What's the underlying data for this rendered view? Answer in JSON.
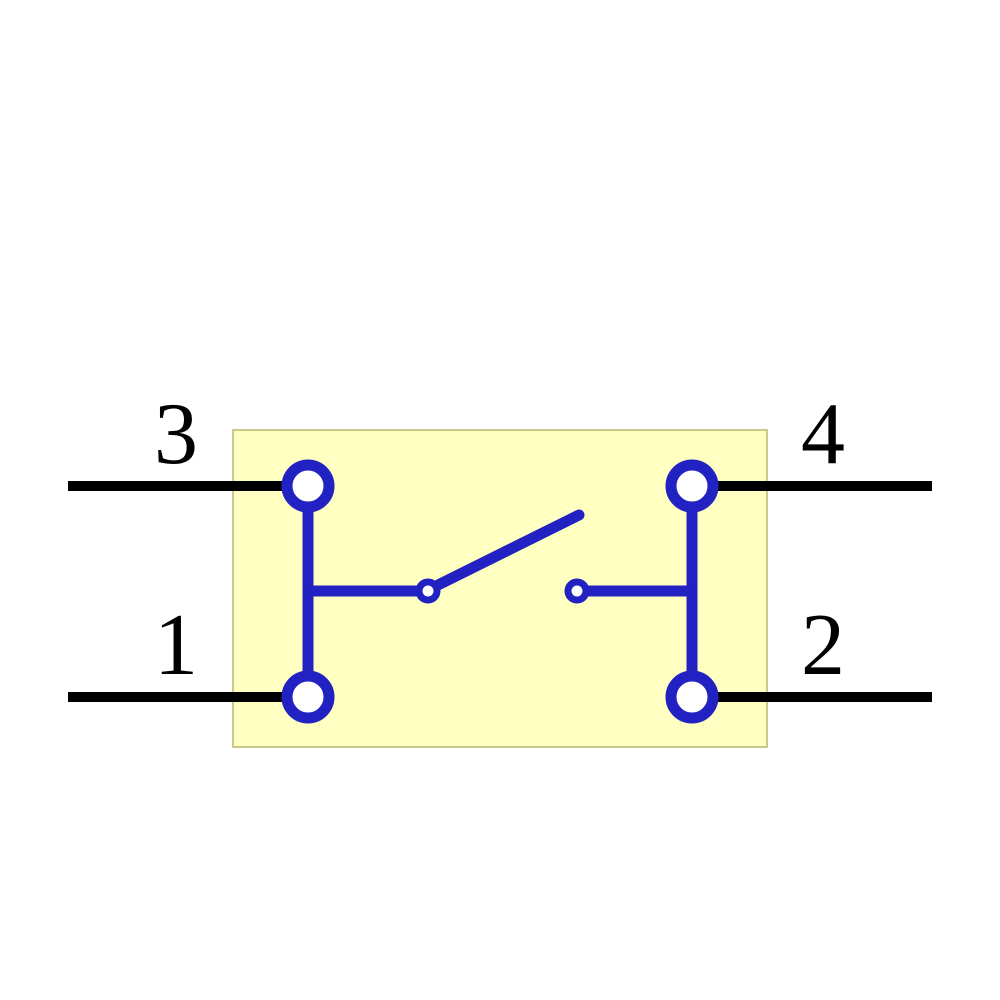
{
  "pins": [
    {
      "label": "3"
    },
    {
      "label": "4"
    },
    {
      "label": "1"
    },
    {
      "label": "2"
    }
  ],
  "colors": {
    "background": "#FFFFFF",
    "symbol_blue": "#2222C2",
    "body_fill": "#FFFFC2",
    "body_border": "#C9C98A",
    "wire_black": "#000000",
    "label_color": "#000000",
    "pad_fill": "#FFFFFF"
  }
}
